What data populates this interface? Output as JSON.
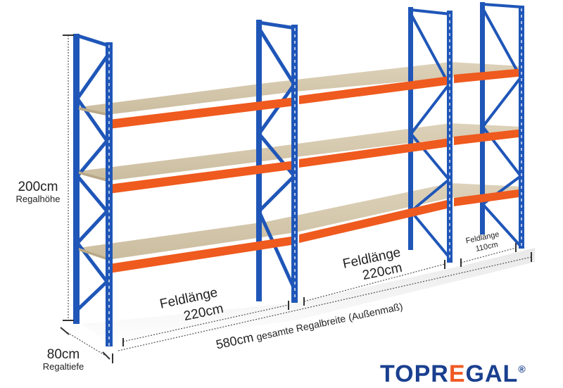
{
  "colors": {
    "upright_blue": "#1f56b8",
    "beam_orange": "#ef5a1e",
    "shelf_board": "#d9cdb3",
    "brand_blue": "#1a3f8f",
    "brand_orange": "#f05a23"
  },
  "dimensions": {
    "height_value": "200cm",
    "height_label": "Regalhöhe",
    "depth_value": "80cm",
    "depth_label": "Regaltiefe",
    "total_width_value": "580cm",
    "total_width_label": "gesamte Regalbreite",
    "total_width_note": "(Außenmaß)"
  },
  "bays": [
    {
      "label": "Feldlänge",
      "value": "220cm"
    },
    {
      "label": "Feldlänge",
      "value": "220cm"
    },
    {
      "label": "Feldlänge",
      "value": "110cm"
    }
  ],
  "brand": {
    "name_part1": "TOPR",
    "name_accent": "E",
    "name_part2": "GAL",
    "trademark": "®"
  }
}
